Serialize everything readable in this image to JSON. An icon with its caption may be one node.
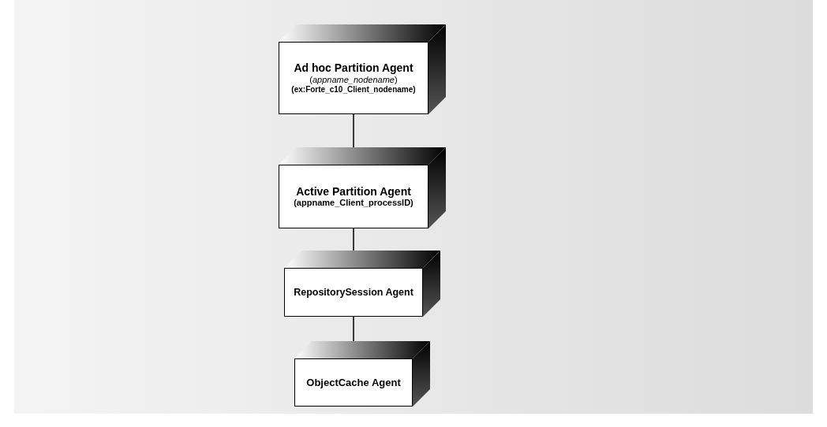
{
  "diagram": {
    "nodes": [
      {
        "text": [
          "Ad hoc Partition Agent",
          "(*appname_nodename*)",
          "(ex:Forte_c10_Client_nodename)"
        ]
      },
      {
        "text": [
          "Active Partition Agent",
          "(appname_Client_processID)"
        ]
      },
      {
        "text": [
          "RepositorySession Agent"
        ]
      },
      {
        "text": [
          "ObjectCache Agent"
        ]
      }
    ],
    "edges": [
      {
        "from": 0,
        "to": 1,
        "arrow": "none"
      },
      {
        "from": 1,
        "to": 2,
        "arrow": "none"
      },
      {
        "from": 2,
        "to": 3,
        "arrow": "none"
      }
    ]
  }
}
